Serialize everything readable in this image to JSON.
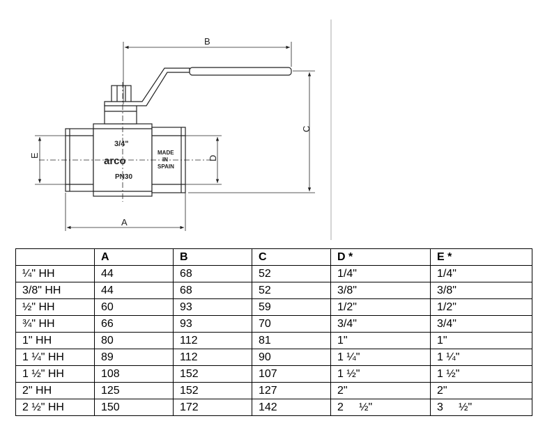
{
  "drawing": {
    "dim_labels": {
      "a": "A",
      "b": "B",
      "c": "C",
      "d": "D",
      "e": "E"
    },
    "body_marks": {
      "size": "3/4\"",
      "brand": "arco",
      "pressure": "PN30",
      "origin": [
        "MADE",
        "IN",
        "SPAIN"
      ]
    }
  },
  "table": {
    "headers": [
      "",
      "A",
      "B",
      "C",
      "D *",
      "E *"
    ],
    "rows": [
      [
        "¼\" HH",
        "44",
        "68",
        "52",
        "1/4\"",
        "1/4\""
      ],
      [
        "3/8\" HH",
        "44",
        "68",
        "52",
        "3/8\"",
        "3/8\""
      ],
      [
        "½\" HH",
        "60",
        "93",
        "59",
        "1/2\"",
        "1/2\""
      ],
      [
        "¾\" HH",
        "66",
        "93",
        "70",
        "3/4\"",
        "3/4\""
      ],
      [
        "1\" HH",
        "80",
        "112",
        "81",
        "1\"",
        "1\""
      ],
      [
        "1 ¼\" HH",
        "89",
        "112",
        "90",
        "1 ¼\"",
        "1 ¼\""
      ],
      [
        "1 ½\" HH",
        "108",
        "152",
        "107",
        "1 ½\"",
        "1 ½\""
      ],
      [
        "2\" HH",
        "125",
        "152",
        "127",
        "2\"",
        "2\""
      ],
      [
        "2 ½\" HH",
        "150",
        "172",
        "142",
        "2     ½\"",
        "3     ½\""
      ]
    ]
  }
}
